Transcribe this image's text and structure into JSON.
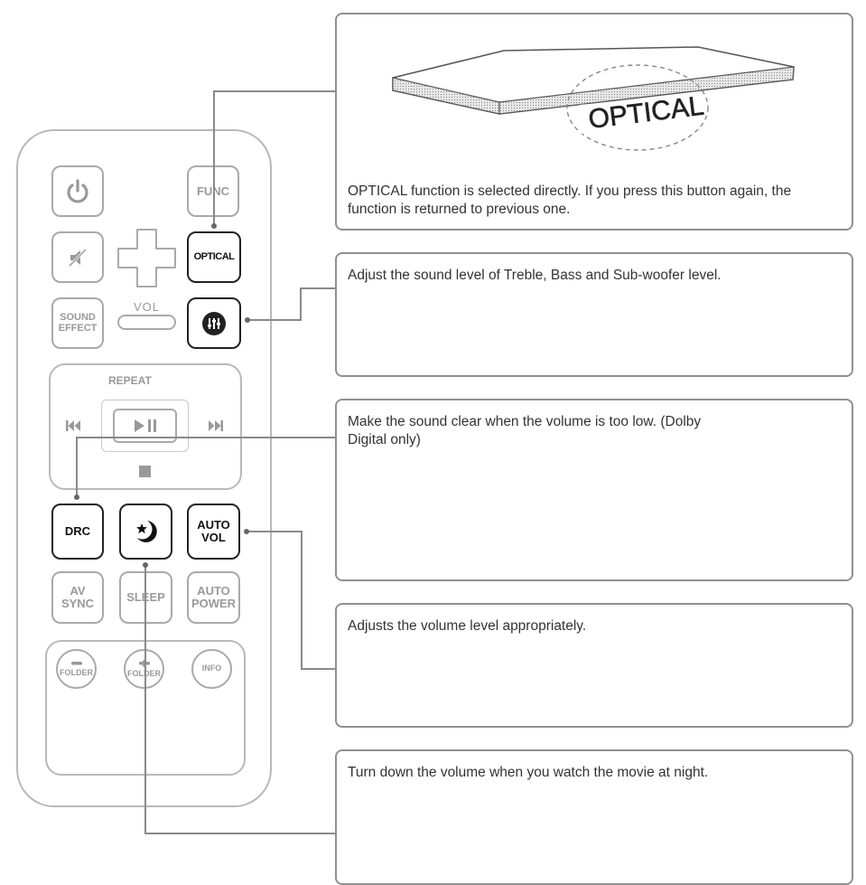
{
  "remote": {
    "buttons": {
      "func": "FUNC",
      "optical": "OPTICAL",
      "sound_effect": [
        "SOUND",
        "EFFECT"
      ],
      "vol": "VOL",
      "repeat": "REPEAT",
      "drc": "DRC",
      "auto_vol": [
        "AUTO",
        "VOL"
      ],
      "av_sync": [
        "AV",
        "SYNC"
      ],
      "sleep": "SLEEP",
      "auto_power": [
        "AUTO",
        "POWER"
      ],
      "folder_down": "FOLDER",
      "folder_up": "FOLDER",
      "info": "INFO"
    }
  },
  "callouts": {
    "optical_logo": "OPTICAL",
    "optical": "OPTICAL function is selected directly. If you press this button again, the function is returned to previous one.",
    "sound_adjust": "Adjust the sound level of Treble, Bass and Sub-woofer level.",
    "drc": "Make the sound clear when the volume is too low. (Dolby Digital only)",
    "auto_vol": "Adjusts the volume level appropriately.",
    "night": "Turn down the volume when you watch the movie at night."
  },
  "colors": {
    "outline": "#b9b9b9",
    "active": "#222222",
    "box_border": "#909090"
  }
}
